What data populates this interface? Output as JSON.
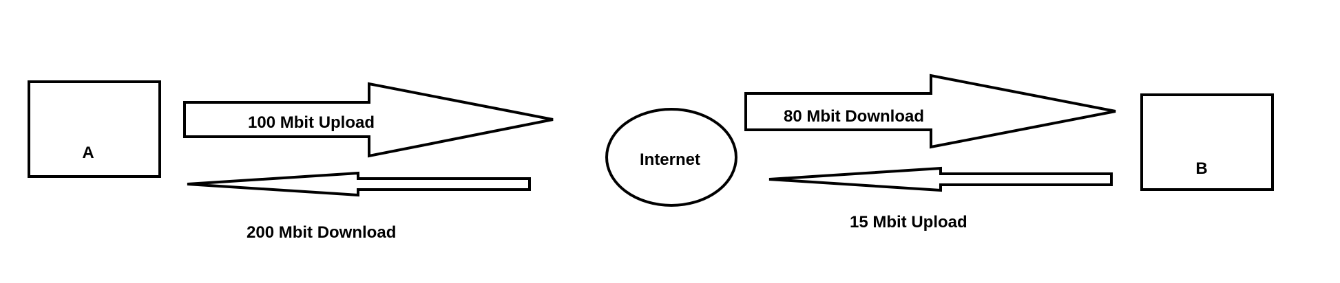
{
  "nodes": {
    "a": {
      "label": "A"
    },
    "b": {
      "label": "B"
    },
    "internet": {
      "label": "Internet"
    }
  },
  "links": {
    "a_upload": {
      "label": "100 Mbit Upload"
    },
    "a_download": {
      "label": "200 Mbit Download"
    },
    "b_download": {
      "label": "80 Mbit Download"
    },
    "b_upload": {
      "label": "15 Mbit Upload"
    }
  },
  "colors": {
    "stroke": "#000000",
    "background": "#ffffff"
  }
}
